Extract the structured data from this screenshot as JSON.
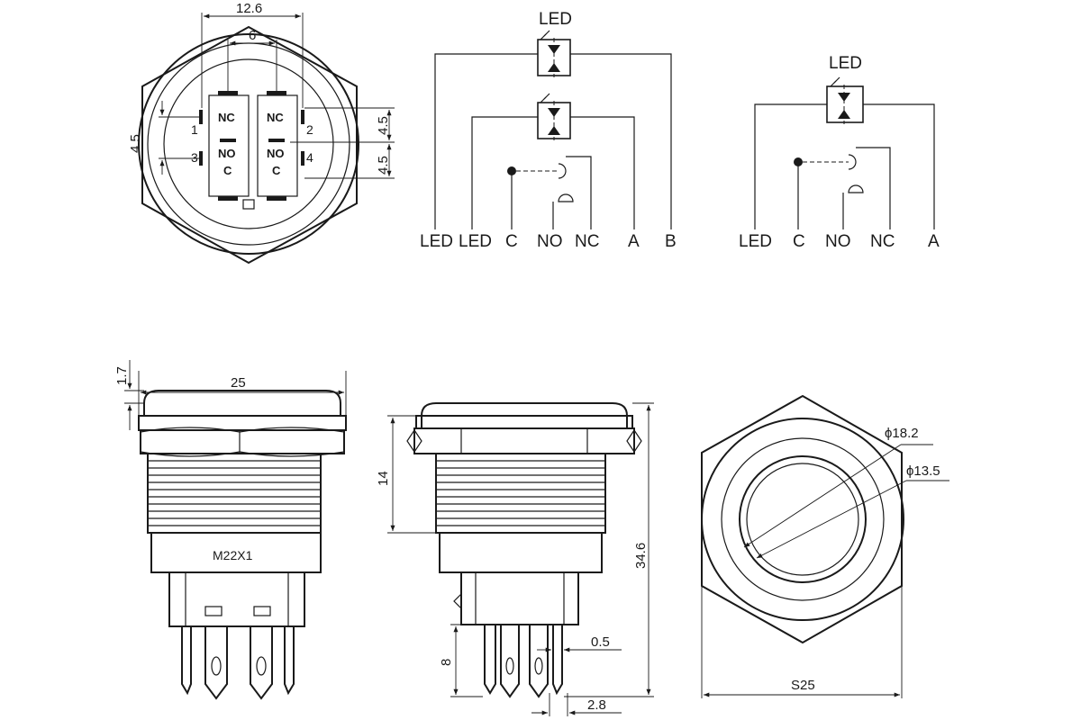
{
  "top_view": {
    "dim_width": "12.6",
    "dim_inner": "6",
    "dim_pitch_left": "4.5",
    "dim_pitch_right_top": "4.5",
    "dim_pitch_right_bottom": "4.5",
    "pin_nc": "NC",
    "pin_no": "NO",
    "pin_c": "C",
    "pin_1": "1",
    "pin_2": "2",
    "pin_3": "3",
    "pin_4": "4"
  },
  "schematic_a": {
    "led_label": "LED",
    "terminals": [
      "LED",
      "LED",
      "C",
      "NO",
      "NC",
      "A",
      "B"
    ]
  },
  "schematic_b": {
    "led_label": "LED",
    "terminals": [
      "LED",
      "C",
      "NO",
      "NC",
      "A"
    ]
  },
  "front_view": {
    "dim_top": "1.7",
    "dim_width": "25",
    "thread_label": "M22X1"
  },
  "side_view": {
    "dim_body": "14",
    "dim_total": "34.6",
    "dim_pin_len": "8",
    "dim_pin_thickness": "0.5",
    "dim_pin_width": "2.8"
  },
  "end_view": {
    "dim_outer": "ϕ18.2",
    "dim_inner": "ϕ13.5",
    "dim_hex": "S25"
  }
}
